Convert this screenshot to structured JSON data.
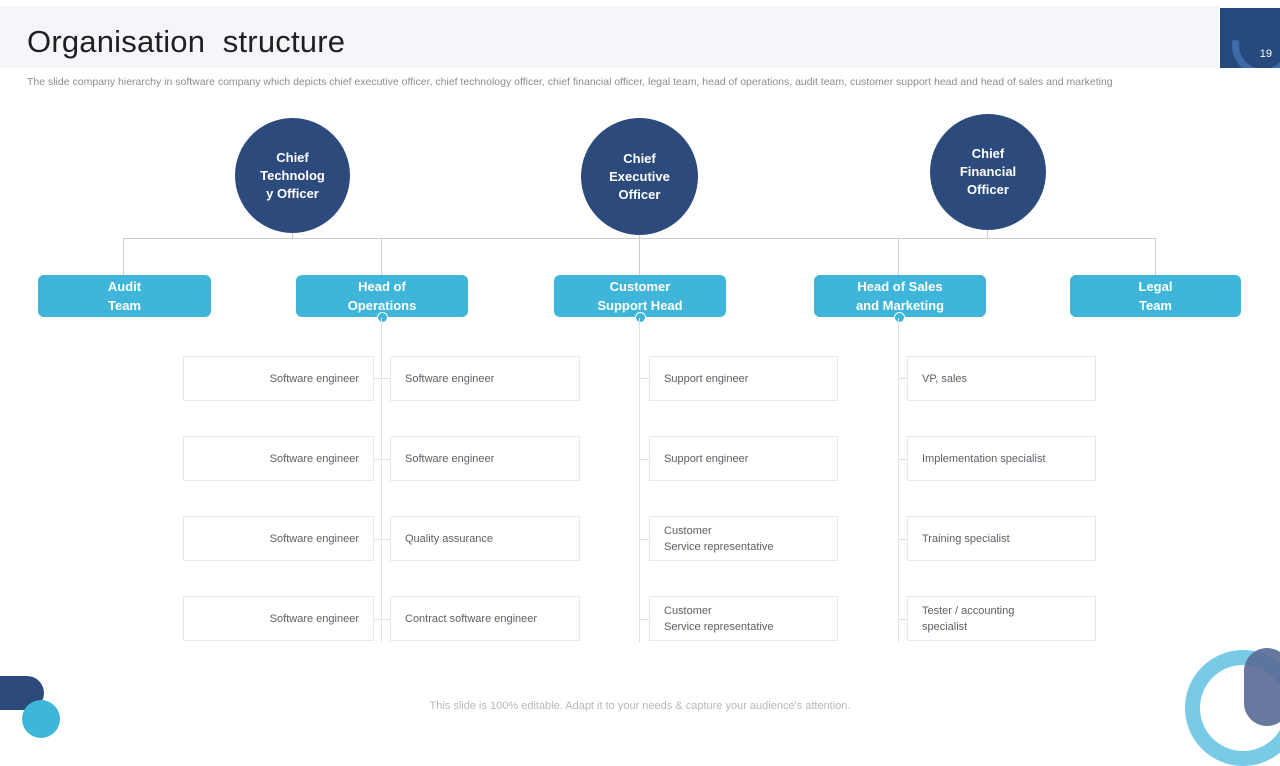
{
  "header": {
    "title": "Organisation  structure",
    "subtitle": "The slide company hierarchy in software company which depicts chief executive  officer, chief technology officer,  chief financial officer, legal team, head of operations, audit team, customer support head and head of sales and marketing",
    "slide_number": "19"
  },
  "colors": {
    "navy": "#2c4a7c",
    "teal": "#3fb6d9",
    "card_border": "#e3eaf0",
    "connector": "#c9ccd1",
    "header_band": "#f5f6fa",
    "text_muted": "#8d8d8d"
  },
  "executives": [
    {
      "id": "cto",
      "lines": "Chief\nTechnolog\ny Officer"
    },
    {
      "id": "ceo",
      "lines": "Chief\nExecutive\nOfficer"
    },
    {
      "id": "cfo",
      "lines": "Chief\nFinancial\nOfficer"
    }
  ],
  "departments": [
    {
      "id": "audit-team",
      "lines": "Audit\nTeam"
    },
    {
      "id": "head-of-operations",
      "lines": "Head of\nOperations"
    },
    {
      "id": "customer-support-head",
      "lines": "Customer\nSupport Head"
    },
    {
      "id": "head-of-sales-and-marketing",
      "lines": "Head of Sales\nand Marketing"
    },
    {
      "id": "legal-team",
      "lines": "Legal\nTeam"
    }
  ],
  "roles": {
    "operations_left": [
      {
        "lines": "Software  engineer"
      },
      {
        "lines": "Software  engineer"
      },
      {
        "lines": "Software  engineer"
      },
      {
        "lines": "Software  engineer"
      }
    ],
    "operations_right": [
      {
        "lines": "Software  engineer"
      },
      {
        "lines": "Software  engineer"
      },
      {
        "lines": "Quality assurance"
      },
      {
        "lines": "Contract software  engineer"
      }
    ],
    "customer_support": [
      {
        "lines": "Support engineer"
      },
      {
        "lines": "Support engineer"
      },
      {
        "lines": "Customer\nService representative"
      },
      {
        "lines": "Customer\nService representative"
      }
    ],
    "sales_marketing": [
      {
        "lines": "VP, sales"
      },
      {
        "lines": "Implementation  specialist"
      },
      {
        "lines": "Training  specialist"
      },
      {
        "lines": "Tester / accounting\nspecialist"
      }
    ]
  },
  "footer": {
    "note": "This slide is 100% editable. Adapt it to your needs & capture your audience's attention."
  }
}
